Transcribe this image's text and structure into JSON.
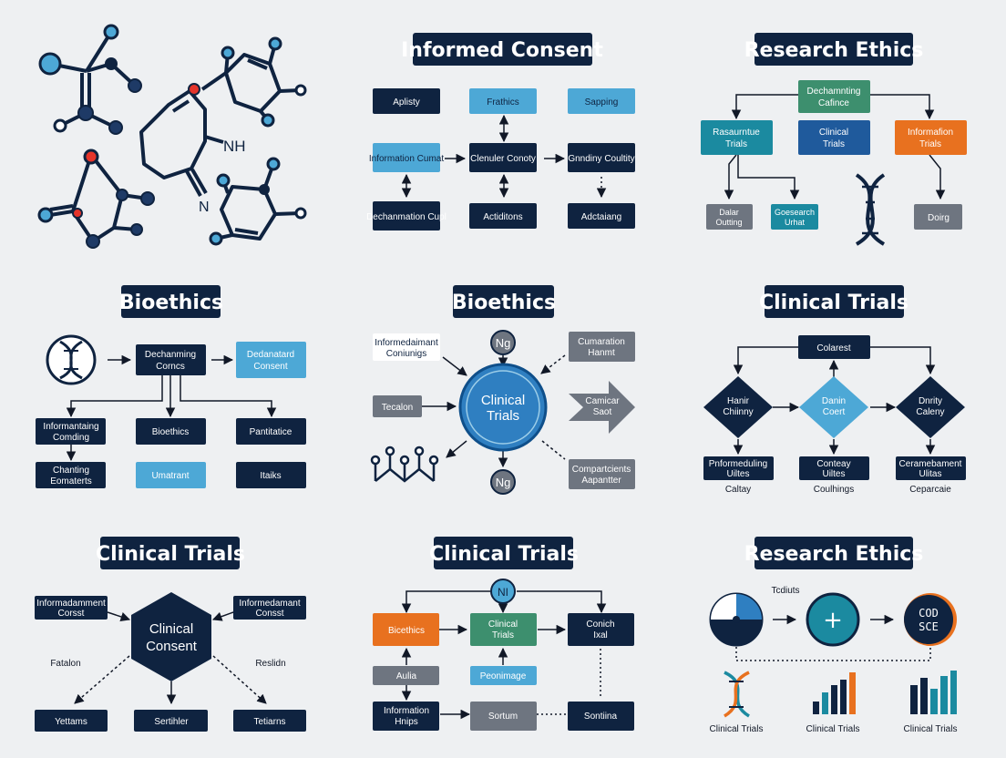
{
  "colors": {
    "navy": "#0f2340",
    "sky": "#4da8d6",
    "teal": "#1b8aa0",
    "green": "#3d8f6e",
    "orange": "#e8711f",
    "gray": "#6e7580",
    "blue": "#2f7fc1",
    "background": "#eef0f2"
  },
  "panels": {
    "informed_consent": {
      "title": "Informed Consent",
      "nodes": [
        "Aplisty",
        "Frathics",
        "Sapping",
        "Information Cumat",
        "Clenuler Conoty",
        "Gnndiny Coultity",
        "Dechanmation Cupl",
        "Actiditons",
        "Adctaiang"
      ]
    },
    "research_ethics_top": {
      "title": "Research Ethics",
      "nodes": [
        "Dechamnting Cafince",
        "Rasaurntue Trials",
        "Clinical Trials",
        "Informafion Trials",
        "Dalar Outting",
        "Goesearch Urhat",
        "Doirg"
      ]
    },
    "bioethics_left": {
      "title": "Bioethics",
      "nodes": [
        "Dechanming Corncs",
        "Dedanatard Consent",
        "Informantaing Comding",
        "Bioethics",
        "Pantitatice",
        "Chanting Eomaterts",
        "Umatrant",
        "Itaiks"
      ]
    },
    "bioethics_center": {
      "title": "Bioethics",
      "center": "Clinical Trials",
      "nodes": [
        "Informedaimant Coniunigs",
        "Ng",
        "Cumaration Hanmt",
        "Tecalon",
        "Camicar Saot",
        "Ng",
        "Compartcients Aapantter"
      ]
    },
    "clinical_trials_right": {
      "title": "Clinical Trials",
      "nodes": [
        "Colarest",
        "Hanir Chiinny",
        "Danin Coert",
        "Dnrity Caleny",
        "Pnformeduling Uiltes",
        "Conteay Uiltes",
        "Ceramebament Ulitas"
      ],
      "captions": [
        "Caltay",
        "Coulhings",
        "Ceparcaie"
      ]
    },
    "clinical_trials_left": {
      "title": "Clinical Trials",
      "center": "Clinical Consent",
      "nodes": [
        "Informadamment Corsst",
        "Informedamant Consst",
        "Yettams",
        "Sertihler",
        "Tetiarns"
      ],
      "labels": [
        "Fatalon",
        "Reslidn"
      ]
    },
    "clinical_trials_center": {
      "title": "Clinical Trials",
      "badge": "NI",
      "nodes": [
        "Bicethics",
        "Clinical Trials",
        "Conich Ixal",
        "Aulia",
        "Peonimage",
        "Information Hnips",
        "Sortum",
        "Sontiina"
      ]
    },
    "research_ethics_bottom": {
      "title": "Research Ethics",
      "label": "Tcdiuts",
      "plus": "+",
      "coin_text": "COD SCE",
      "captions": [
        "Clinical Trials",
        "Clinical Trials",
        "Clinical Trials"
      ]
    }
  }
}
